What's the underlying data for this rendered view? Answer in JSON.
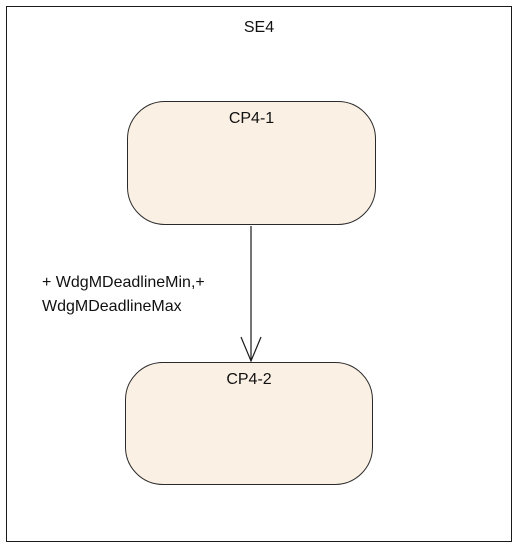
{
  "diagram": {
    "frame_title": "SE4",
    "states": [
      {
        "label": "CP4-1"
      },
      {
        "label": "CP4-2"
      }
    ],
    "transition": {
      "label_line1": "+ WdgMDeadlineMin,+",
      "label_line2": "WdgMDeadlineMax"
    },
    "colors": {
      "state_fill": "#fbf0e4",
      "stroke": "#1a1a1a"
    }
  }
}
